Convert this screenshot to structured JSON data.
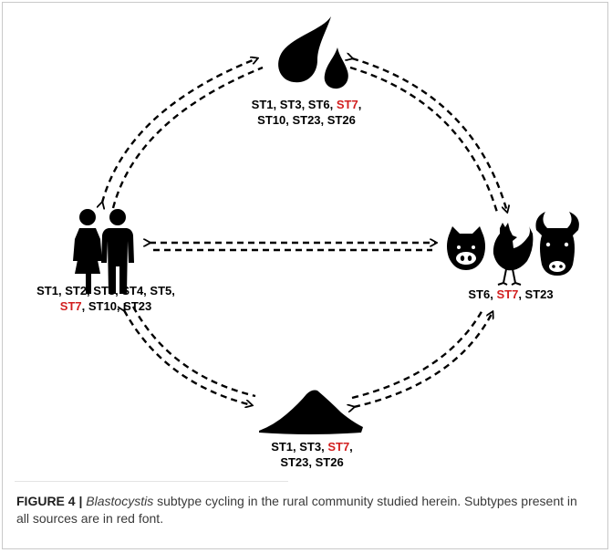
{
  "water": {
    "icon": "water-drops-icon",
    "line1": {
      "a": "ST1, ST3, ST6, ",
      "red": "ST7",
      "b": ","
    },
    "line2": "ST10, ST23, ST26"
  },
  "humans": {
    "icon": "human-couple-icon",
    "line1": "ST1, ST2, ST3, ST4, ST5,",
    "line2": {
      "red": "ST7",
      "b": ", ST10, ST23"
    }
  },
  "animals": {
    "icons": [
      "pig-icon",
      "chicken-icon",
      "cattle-icon"
    ],
    "line1": {
      "a": "ST6, ",
      "red": "ST7",
      "b": ", ST23"
    }
  },
  "soil": {
    "icon": "soil-heap-icon",
    "line1": {
      "a": "ST1, ST3, ",
      "red": "ST7",
      "b": ","
    },
    "line2": "ST23, ST26"
  },
  "caption": {
    "figure": "FIGURE 4",
    "separator": " | ",
    "genus": "Blastocystis",
    "text": " subtype cycling in the rural community studied herein. Subtypes present in all sources are in red font."
  },
  "colors": {
    "highlight": "#d21f1f",
    "ink": "#000000",
    "caption": "#3a3a3a"
  }
}
